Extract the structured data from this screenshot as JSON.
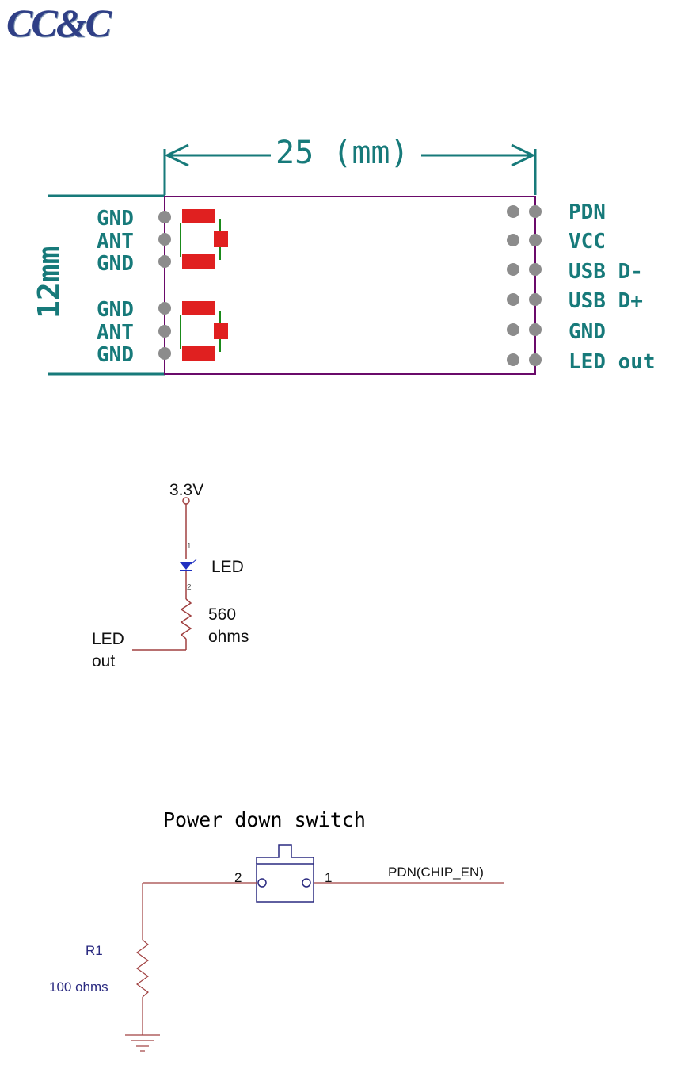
{
  "logo": {
    "text": "CC&C"
  },
  "module": {
    "width_label": "25 (mm)",
    "height_label": "12mm",
    "left_pins": [
      "GND",
      "ANT",
      "GND",
      "GND",
      "ANT",
      "GND"
    ],
    "right_pins": [
      "PDN",
      "VCC",
      "USB D-",
      "USB D+",
      "GND",
      "LED out"
    ],
    "colors": {
      "dimension": "#177a7a",
      "outline": "#6a0a6a",
      "pad": "#e02020",
      "hole": "#8c8c8c",
      "trace": "#1a8a1a"
    }
  },
  "led_circuit": {
    "supply_label": "3.3V",
    "led_label": "LED",
    "pin1_label": "1",
    "pin2_label": "2",
    "resistor_value": "560",
    "resistor_unit": "ohms",
    "input_label_line1": "LED",
    "input_label_line2": "out"
  },
  "power_switch": {
    "title": "Power down switch",
    "pin2_label": "2",
    "pin1_label": "1",
    "net_label": "PDN(CHIP_EN)",
    "resistor_ref": "R1",
    "resistor_value": "100 ohms"
  }
}
